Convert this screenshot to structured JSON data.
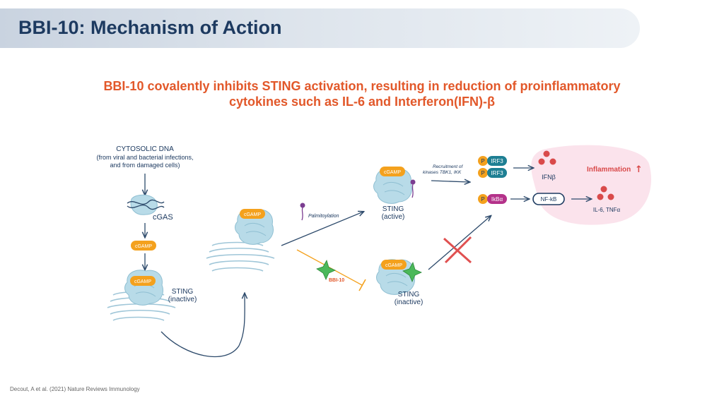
{
  "header": {
    "title": "BBI-10: Mechanism of Action",
    "subtitle_line1": "BBI-10 covalently inhibits STING activation, resulting in reduction of proinflammatory",
    "subtitle_line2": "cytokines such as IL-6 and Interferon(IFN)-β"
  },
  "diagram": {
    "cytosolic_dna": {
      "line1": "CYTOSOLIC DNA",
      "line2": "(from viral and bacterial infections,",
      "line3": "and from damaged cells)"
    },
    "cgas_label": "cGAS",
    "cgamp_label": "cGAMP",
    "sting_inactive": {
      "line1": "STING",
      "line2": "(inactive)"
    },
    "sting_active": {
      "line1": "STING",
      "line2": "(active)"
    },
    "palmitoylation": "Palmitoylation",
    "recruitment": {
      "line1": "Recruitment of",
      "line2": "kinases TBK1, IKK"
    },
    "bbi10": "BBI-10",
    "p_label": "P",
    "irf3": "IRF3",
    "ikba": "IkBα",
    "nfkb": "NF-kB",
    "ifnb": "IFNβ",
    "il6_tnfa": "IL-6, TNFα",
    "inflammation": "Inflammation",
    "inflammation_arrow": "↑",
    "colors": {
      "title": "#1d3a60",
      "accent": "#e2582a",
      "cgamp": "#f4a11d",
      "protein": "#b8dbe8",
      "irf3": "#1e7f93",
      "ikba": "#b4328a",
      "inhibitor": "#4bb85a",
      "inflammation_bg": "#fbe3ec"
    }
  },
  "footer": {
    "citation": "Decout, A et al. (2021) Nature Reviews Immunology"
  }
}
